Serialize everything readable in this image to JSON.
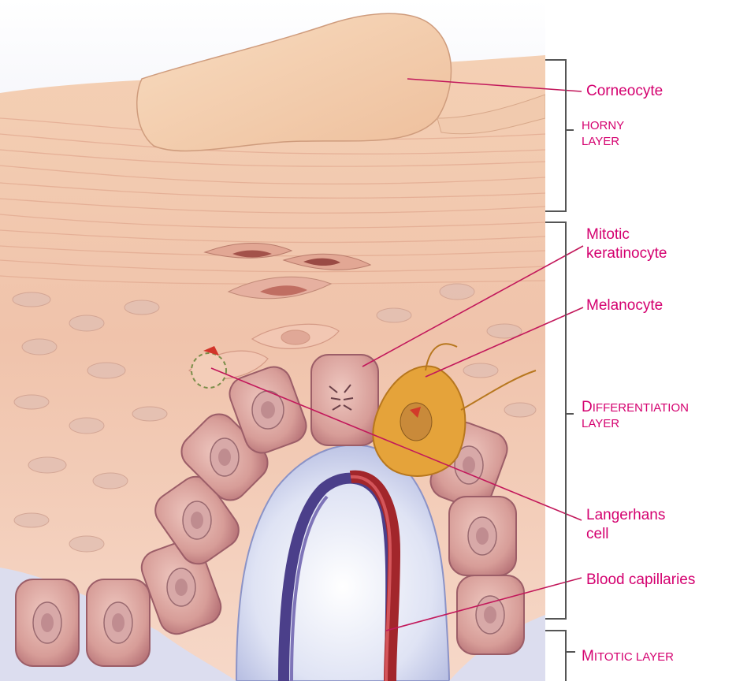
{
  "labels": {
    "corneocyte": "Corneocyte",
    "mitotic_keratinocyte": [
      "Mitotic",
      "keratinocyte"
    ],
    "melanocyte": "Melanocyte",
    "langerhans": [
      "Langerhans",
      "cell"
    ],
    "capillaries": "Blood capillaries"
  },
  "layers": {
    "horny": [
      "HORNY",
      "LAYER"
    ],
    "differentiation": {
      "first": "D",
      "rest": "IFFERENTIATION",
      "second": "LAYER"
    },
    "mitotic": {
      "first": "M",
      "rest": "ITOTIC LAYER"
    }
  },
  "colors": {
    "label": "#d4006f",
    "bracket": "#555555",
    "skin": "#f3c7a8",
    "sky": "#c9cde8"
  }
}
